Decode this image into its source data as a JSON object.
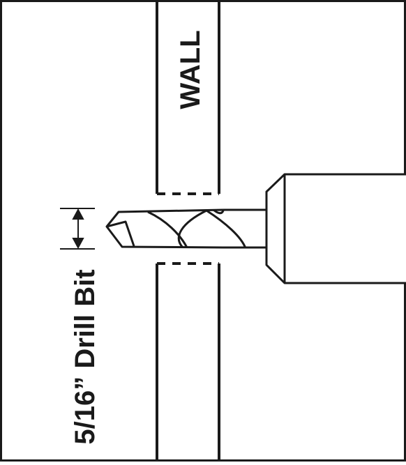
{
  "diagram": {
    "wall_label": "WALL",
    "bit_label": "5/16” Drill Bit",
    "colors": {
      "stroke": "#1a1a1a",
      "background": "#ffffff"
    },
    "icons": {
      "dimension_arrow": "double-arrow-vertical"
    }
  }
}
